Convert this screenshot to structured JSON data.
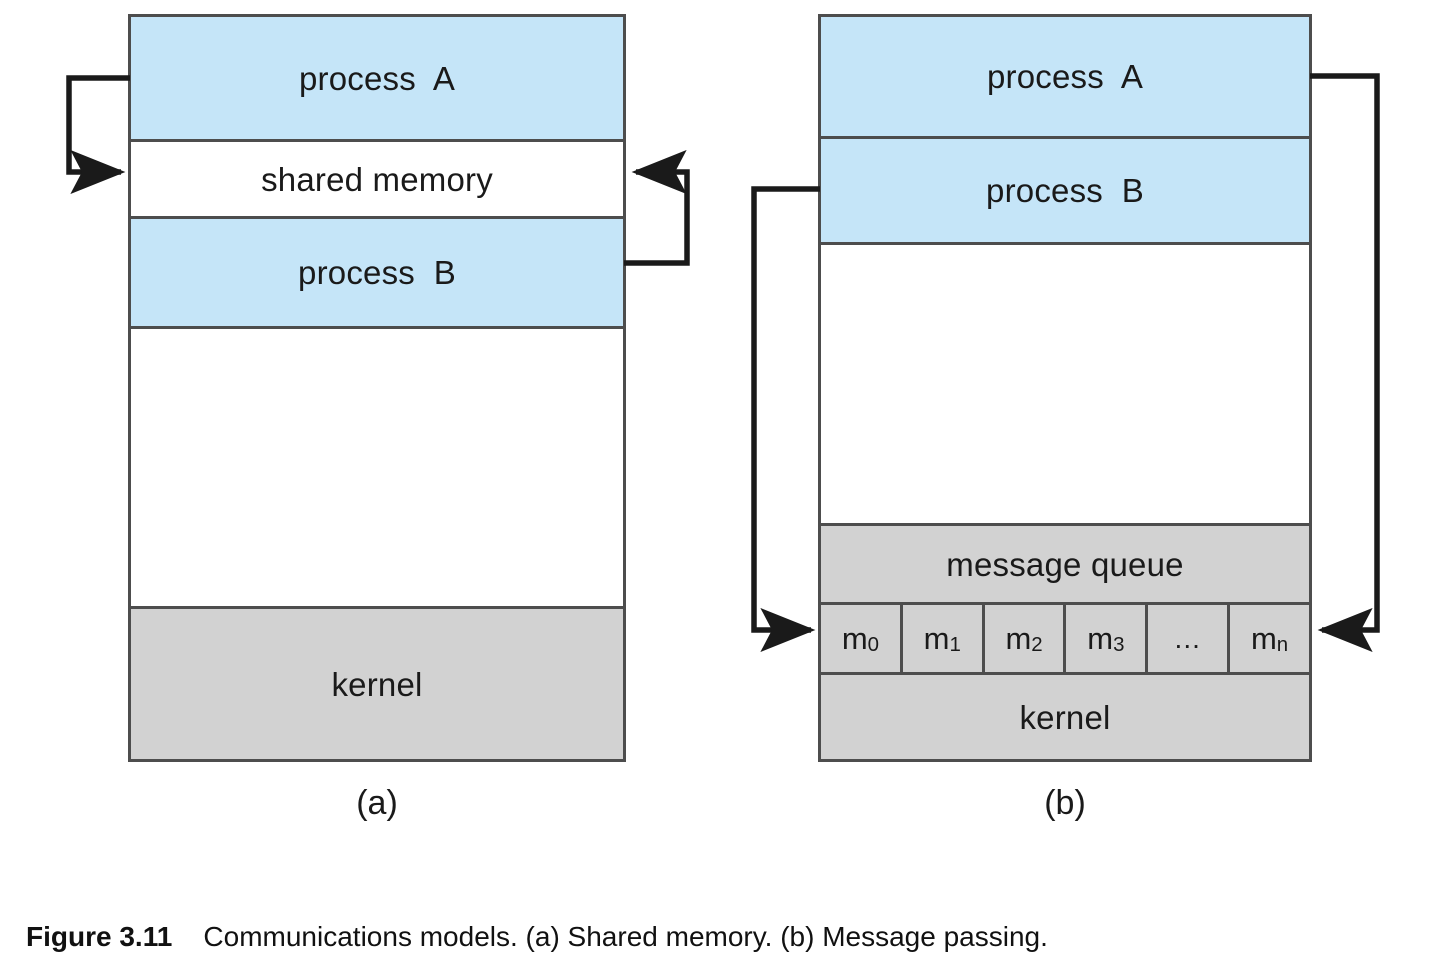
{
  "figure": {
    "label": "Figure 3.11",
    "caption": "Communications models. (a) Shared memory. (b) Message passing."
  },
  "colors": {
    "process_fill": "#c5e5f8",
    "kernel_fill": "#d2d2d2",
    "queue_fill": "#d2d2d2",
    "shared_memory_fill": "#ffffff",
    "border": "#4d4d4d",
    "arrow": "#1a1a1a",
    "text": "#1a1a1a"
  },
  "diagrams": [
    {
      "id": "shared-memory",
      "sub_label": "(a)",
      "bands": [
        {
          "id": "process-a",
          "label": "process  A",
          "fill": "process"
        },
        {
          "id": "shared-memory",
          "label": "shared memory",
          "fill": "white"
        },
        {
          "id": "process-b",
          "label": "process  B",
          "fill": "process"
        },
        {
          "id": "user-space",
          "label": "",
          "fill": "white"
        },
        {
          "id": "kernel",
          "label": "kernel",
          "fill": "kernel"
        }
      ],
      "arrows": [
        {
          "id": "arrow-a-to-shared",
          "from": "process-a",
          "to": "shared-memory",
          "side": "left",
          "direction": "into-shared-memory"
        },
        {
          "id": "arrow-b-to-shared",
          "from": "process-b",
          "to": "shared-memory",
          "side": "right",
          "direction": "into-shared-memory"
        }
      ]
    },
    {
      "id": "message-passing",
      "sub_label": "(b)",
      "bands": [
        {
          "id": "process-a",
          "label": "process  A",
          "fill": "process"
        },
        {
          "id": "process-b",
          "label": "process  B",
          "fill": "process"
        },
        {
          "id": "user-space",
          "label": "",
          "fill": "white"
        },
        {
          "id": "message-queue",
          "label": "message queue",
          "fill": "queue"
        },
        {
          "id": "message-cells",
          "label": "",
          "fill": "queue"
        },
        {
          "id": "kernel",
          "label": "kernel",
          "fill": "kernel"
        }
      ],
      "message_cells": [
        {
          "id": "m0",
          "base": "m",
          "sub": "0"
        },
        {
          "id": "m1",
          "base": "m",
          "sub": "1"
        },
        {
          "id": "m2",
          "base": "m",
          "sub": "2"
        },
        {
          "id": "m3",
          "base": "m",
          "sub": "3"
        },
        {
          "id": "ellipsis",
          "base": "...",
          "sub": ""
        },
        {
          "id": "mn",
          "base": "m",
          "sub": "n"
        }
      ],
      "arrows": [
        {
          "id": "arrow-b-to-queue",
          "from": "process-b",
          "to": "m0",
          "side": "left",
          "direction": "into-queue"
        },
        {
          "id": "arrow-a-to-queue",
          "from": "process-a",
          "to": "mn",
          "side": "right",
          "direction": "into-queue"
        }
      ]
    }
  ]
}
